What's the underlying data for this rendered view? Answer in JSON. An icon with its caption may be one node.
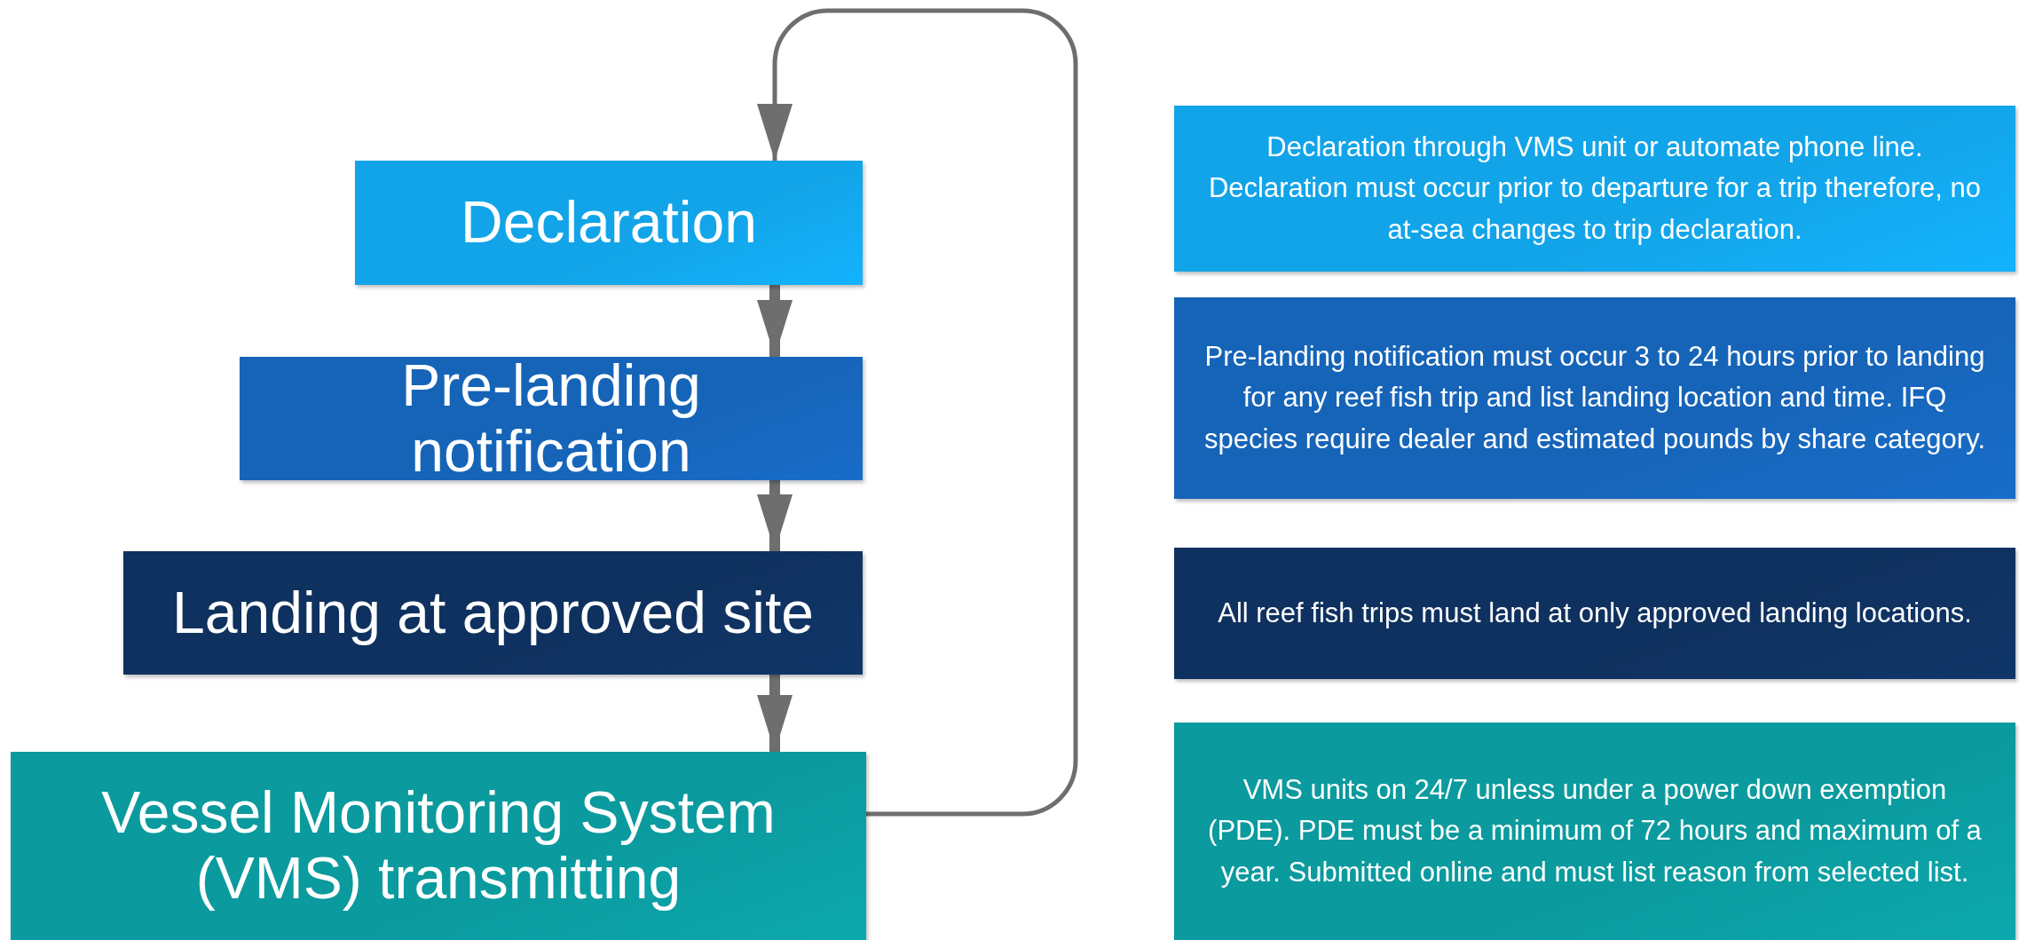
{
  "diagram": {
    "nodes": [
      {
        "text": [
          "Declaration"
        ]
      },
      {
        "text": [
          "Pre-landing notification"
        ]
      },
      {
        "text": [
          "Landing at approved site"
        ]
      },
      {
        "text": [
          "Vessel Monitoring System (VMS) transmitting"
        ]
      },
      {
        "text": [
          "Declaration through VMS unit or automate phone line. Declaration must occur prior to departure for a trip therefore, no at-sea changes to trip declaration."
        ]
      },
      {
        "text": [
          "Pre-landing notification must occur 3 to 24 hours prior to landing for any reef fish trip and list landing location and time.  IFQ species require dealer and estimated pounds by share category."
        ]
      },
      {
        "text": [
          "All reef fish trips must land at only approved landing locations."
        ]
      },
      {
        "text": [
          "VMS units on 24/7 unless under a power down exemption (PDE).  PDE must be a minimum of 72 hours and maximum of a year.  Submitted online and must list reason from selected list."
        ]
      }
    ],
    "edges": [
      {
        "from": 0,
        "to": 1,
        "arrow": "to"
      },
      {
        "from": 1,
        "to": 2,
        "arrow": "to"
      },
      {
        "from": 2,
        "to": 3,
        "arrow": "to"
      },
      {
        "from": 3,
        "to": 0,
        "arrow": "to"
      }
    ]
  }
}
